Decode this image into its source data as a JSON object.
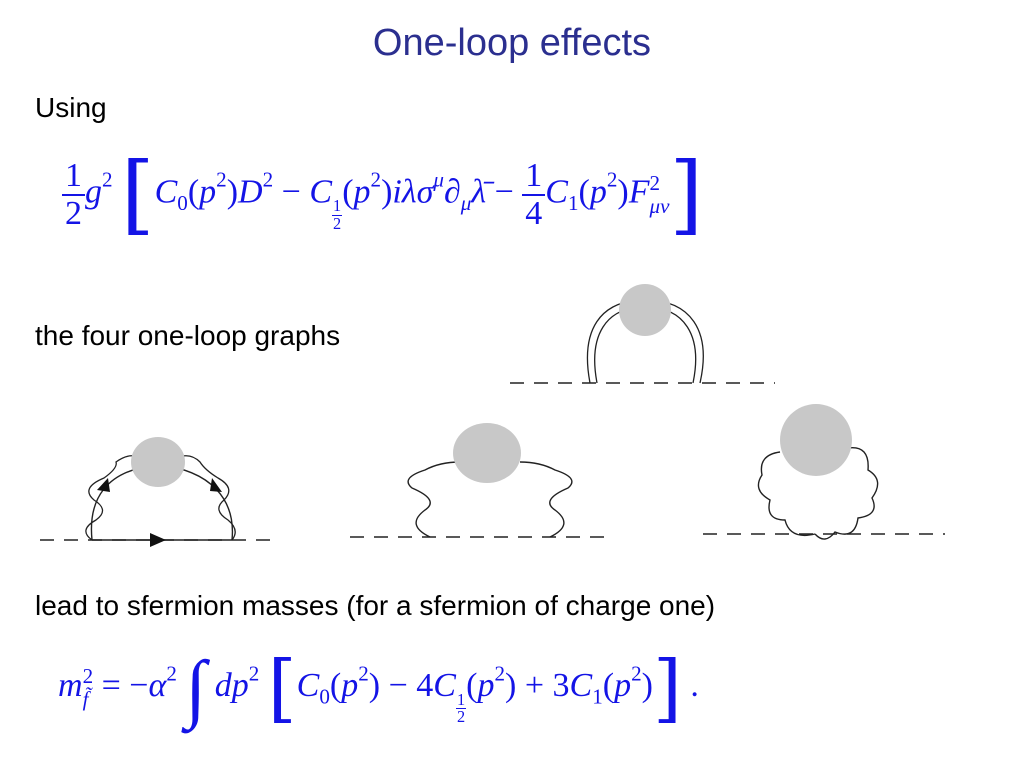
{
  "slide": {
    "title": "One-loop effects",
    "using_label": "Using",
    "graphs_label": "the four one-loop graphs",
    "masses_label": "lead to sfermion masses (for a sfermion of charge one)"
  },
  "equation1": {
    "frac_num": "1",
    "frac_den": "2",
    "g": "g",
    "g_exp": "2",
    "C0": "C",
    "C0_sub": "0",
    "p": "p",
    "p_exp": "2",
    "D": "D",
    "D_exp": "2",
    "minus": "−",
    "C_half": "C",
    "half_num": "1",
    "half_den": "2",
    "i": "i",
    "lambda": "λ",
    "sigma": "σ",
    "mu": "μ",
    "partial": "∂",
    "lambda_bar": "λ̄",
    "quarter_num": "1",
    "quarter_den": "4",
    "C1_sub": "1",
    "F": "F",
    "F_sub": "μν",
    "F_exp": "2",
    "open_bracket": "[",
    "close_bracket": "]"
  },
  "equation2": {
    "m": "m",
    "m_exp": "2",
    "m_sub": "f̃",
    "equals": "=",
    "minus": "−",
    "alpha": "α",
    "alpha_exp": "2",
    "integral": "∫",
    "dp": "dp",
    "dp_exp": "2",
    "C0_sub": "0",
    "coef4": "4",
    "coef3": "3",
    "C1_sub": "1",
    "plus": "+",
    "half_num": "1",
    "half_den": "2",
    "period": ".",
    "open_bracket": "[",
    "close_bracket": "]"
  },
  "colors": {
    "title": "#2b2f8f",
    "math": "#1414e6",
    "blob": "#c8c8c8"
  }
}
